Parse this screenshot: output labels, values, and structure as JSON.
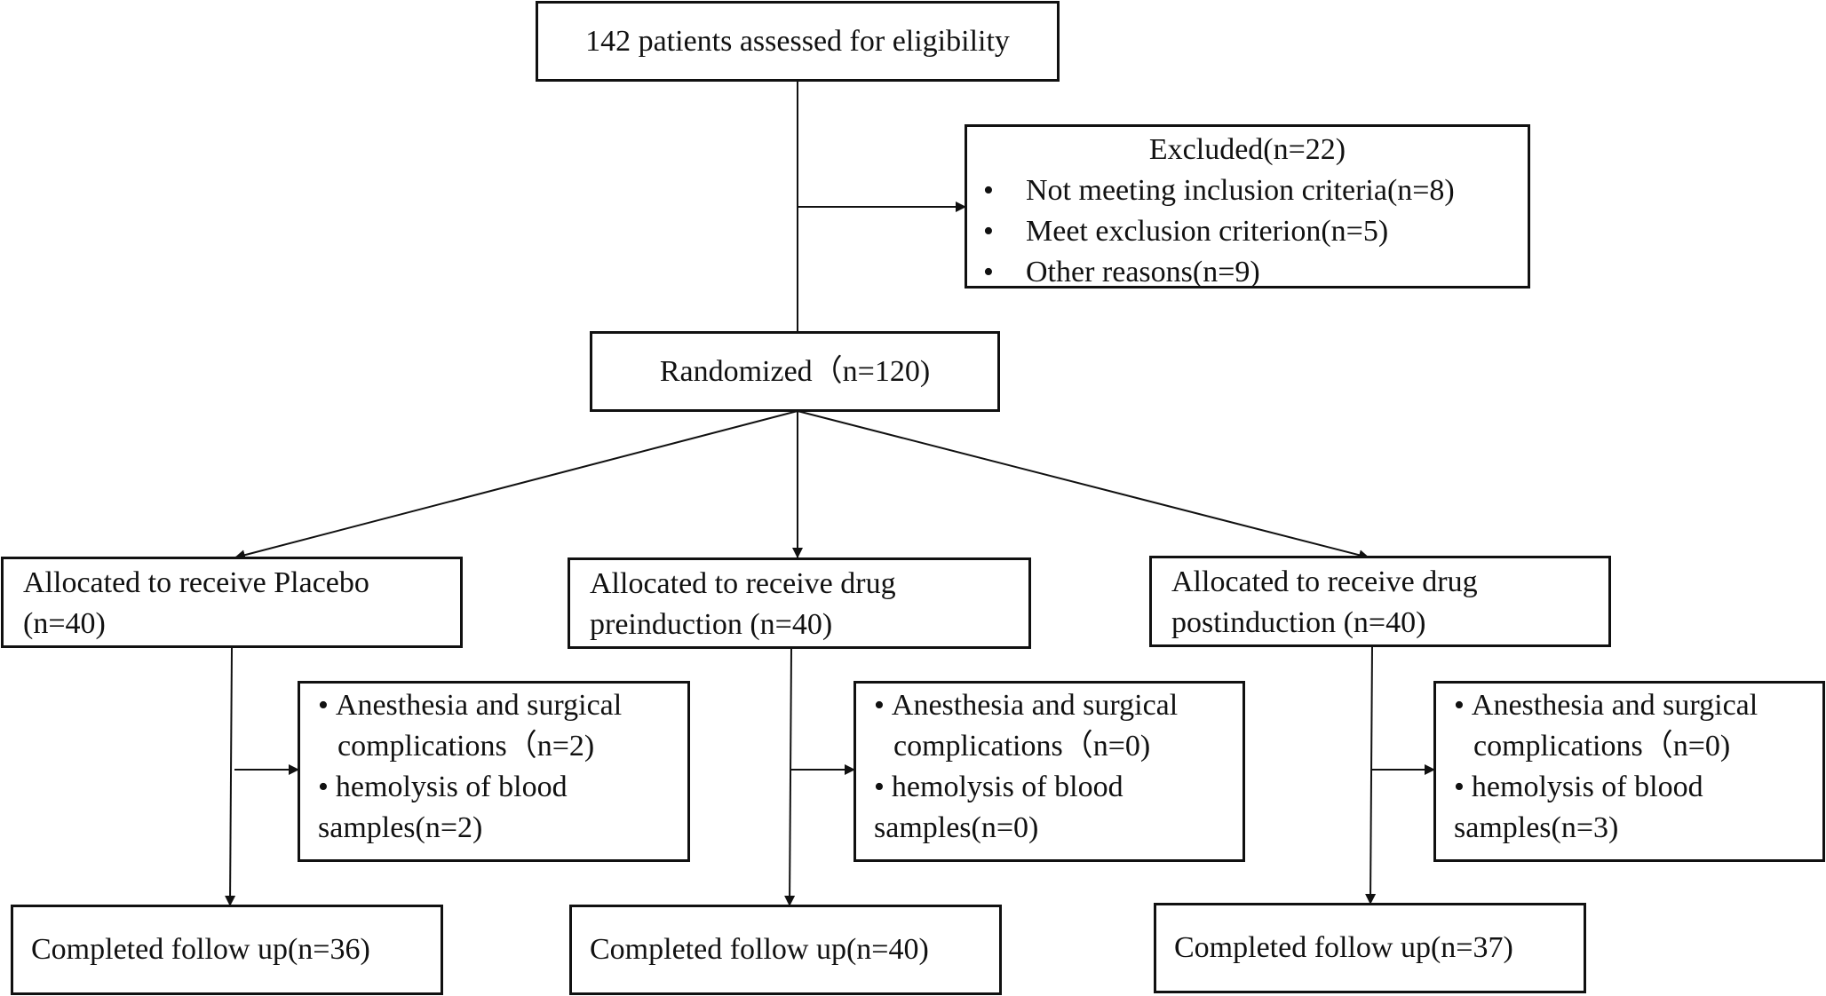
{
  "assessed": {
    "label": "142 patients assessed for eligibility"
  },
  "excluded": {
    "title": "Excluded(n=22)",
    "items": [
      "Not meeting inclusion criteria(n=8)",
      "Meet exclusion criterion(n=5)",
      "Other reasons(n=9)"
    ]
  },
  "randomized": {
    "label": "Randomized（n=120)"
  },
  "arms": [
    {
      "allocation_line1": "Allocated to receive Placebo",
      "allocation_line2": "(n=40)",
      "note_line1": "Anesthesia and surgical",
      "note_line2": "complications（n=2)",
      "note_line3": "hemolysis of blood",
      "note_line4": "samples(n=2)",
      "completed": "Completed follow up(n=36)"
    },
    {
      "allocation_line1": "Allocated to receive drug",
      "allocation_line2": "preinduction (n=40)",
      "note_line1": "Anesthesia and surgical",
      "note_line2": "complications（n=0)",
      "note_line3": "hemolysis of blood",
      "note_line4": "samples(n=0)",
      "completed": "Completed follow up(n=40)"
    },
    {
      "allocation_line1": "Allocated to receive drug",
      "allocation_line2": "postinduction (n=40)",
      "note_line1": "Anesthesia and surgical",
      "note_line2": "complications（n=0)",
      "note_line3": "hemolysis of blood",
      "note_line4": "samples(n=3)",
      "completed": "Completed follow up(n=37)"
    }
  ]
}
